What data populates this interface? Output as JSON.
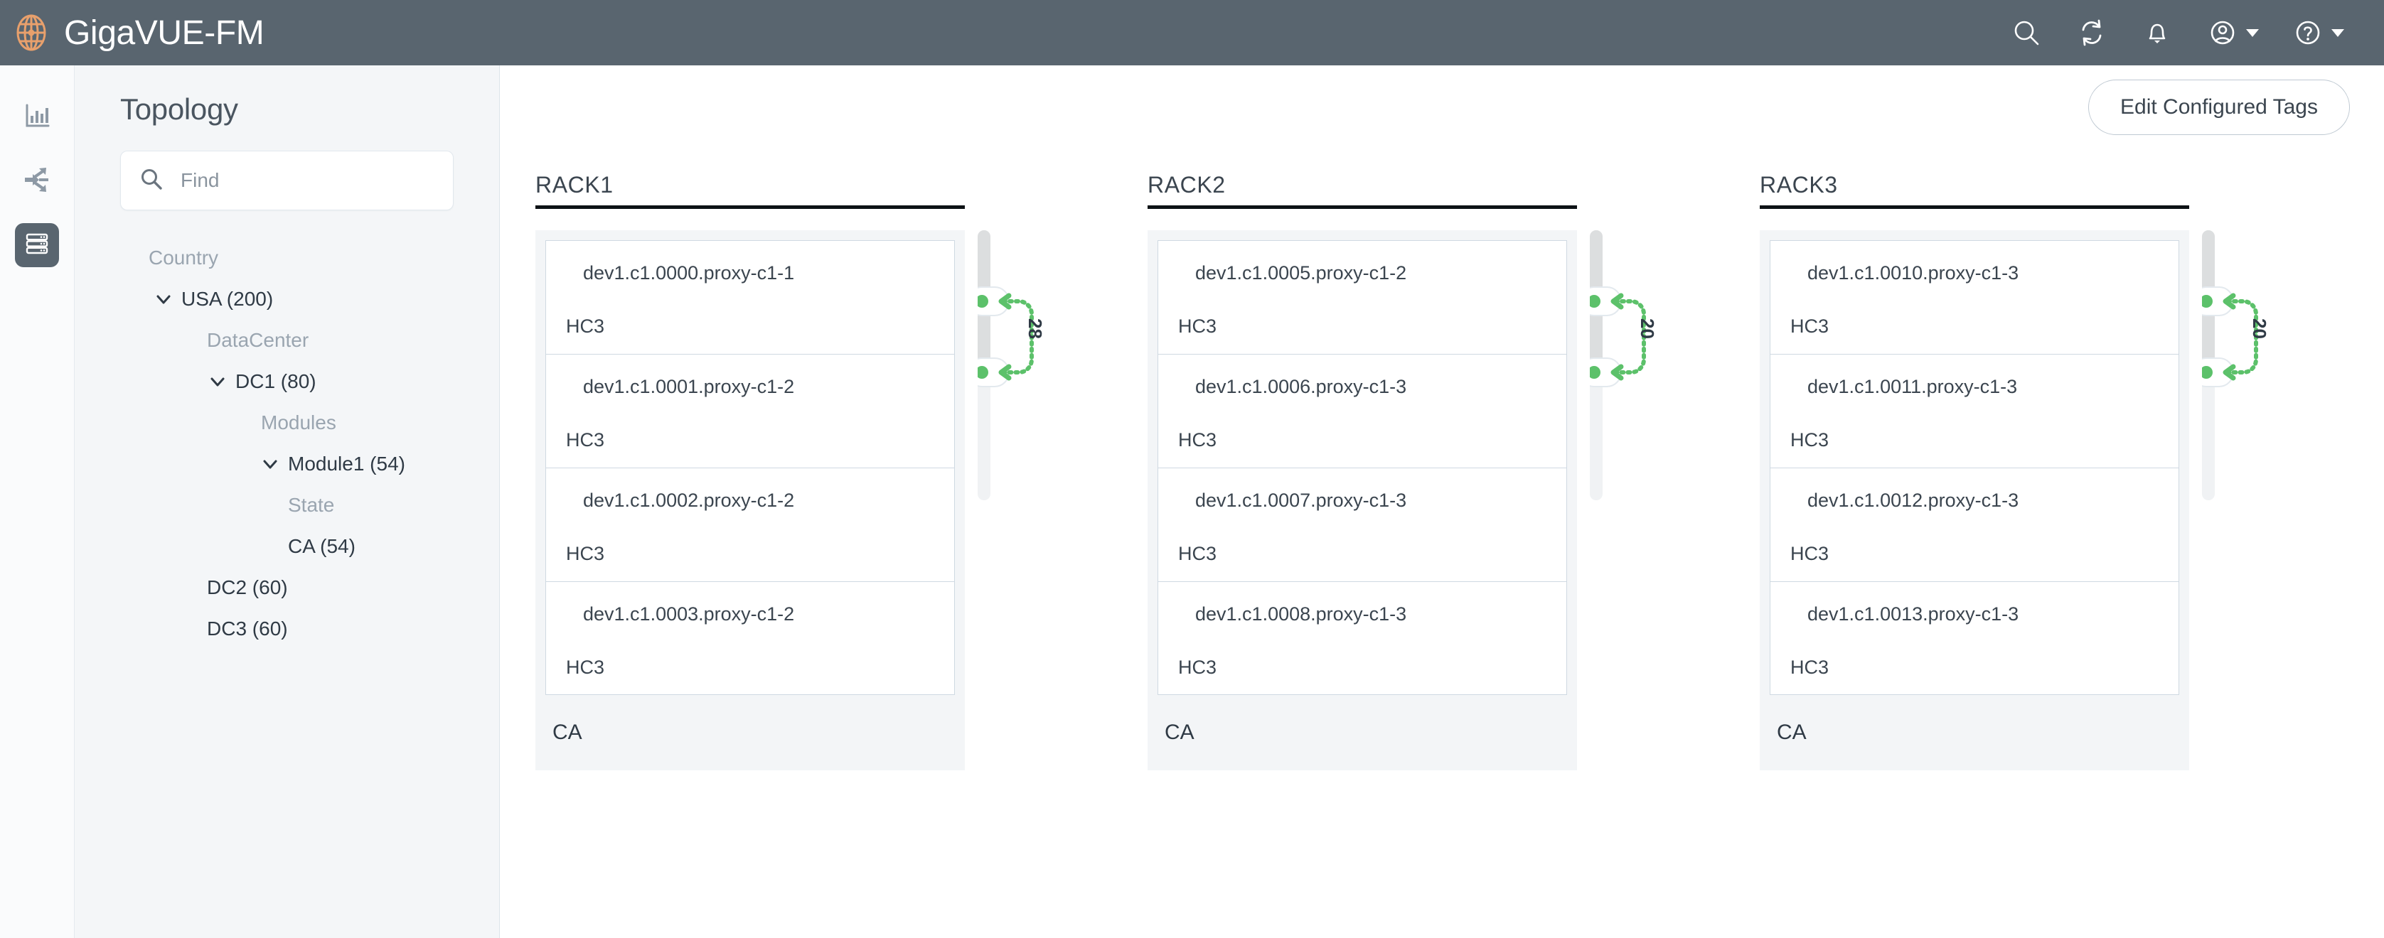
{
  "header": {
    "brand_title": "GigaVUE-FM",
    "brand_icon": "globe-icon",
    "actions": [
      {
        "name": "search-icon",
        "label": "Search"
      },
      {
        "name": "refresh-icon",
        "label": "Refresh"
      },
      {
        "name": "notifications-bell-icon",
        "label": "Notifications"
      },
      {
        "name": "user-account-icon",
        "label": "Account"
      },
      {
        "name": "help-icon",
        "label": "Help"
      }
    ]
  },
  "rail": {
    "items": [
      {
        "name": "analytics-icon",
        "label": "Analytics",
        "active": false
      },
      {
        "name": "traffic-flows-icon",
        "label": "Traffic",
        "active": false
      },
      {
        "name": "inventory-icon",
        "label": "Inventory",
        "active": true
      }
    ]
  },
  "panel": {
    "title": "Topology",
    "search": {
      "placeholder": "Find",
      "value": ""
    },
    "tree": [
      {
        "label": "Country",
        "indent": 0,
        "type": "group",
        "expandable": false
      },
      {
        "label": "USA (200)",
        "indent": 1,
        "type": "node",
        "expandable": true,
        "expanded": true
      },
      {
        "label": "DataCenter",
        "indent": 2,
        "type": "group",
        "expandable": false
      },
      {
        "label": "DC1 (80)",
        "indent": 3,
        "type": "node",
        "expandable": true,
        "expanded": true
      },
      {
        "label": "Modules",
        "indent": 4,
        "type": "group",
        "expandable": false
      },
      {
        "label": "Module1 (54)",
        "indent": 5,
        "type": "node",
        "expandable": true,
        "expanded": true
      },
      {
        "label": "State",
        "indent": 5,
        "type": "group",
        "expandable": false
      },
      {
        "label": "CA (54)",
        "indent": 5,
        "type": "node",
        "expandable": false
      },
      {
        "label": "DC2 (60)",
        "indent": 2,
        "type": "node",
        "expandable": false
      },
      {
        "label": "DC3 (60)",
        "indent": 2,
        "type": "node",
        "expandable": false
      }
    ]
  },
  "main": {
    "edit_tags_label": "Edit Configured Tags",
    "racks": [
      {
        "title": "RACK1",
        "footer": "CA",
        "link_count": "28",
        "devices": [
          {
            "name": "dev1.c1.0000.proxy-c1-1",
            "model": "HC3"
          },
          {
            "name": "dev1.c1.0001.proxy-c1-2",
            "model": "HC3"
          },
          {
            "name": "dev1.c1.0002.proxy-c1-2",
            "model": "HC3"
          },
          {
            "name": "dev1.c1.0003.proxy-c1-2",
            "model": "HC3"
          }
        ]
      },
      {
        "title": "RACK2",
        "footer": "CA",
        "link_count": "20",
        "devices": [
          {
            "name": "dev1.c1.0005.proxy-c1-2",
            "model": "HC3"
          },
          {
            "name": "dev1.c1.0006.proxy-c1-3",
            "model": "HC3"
          },
          {
            "name": "dev1.c1.0007.proxy-c1-3",
            "model": "HC3"
          },
          {
            "name": "dev1.c1.0008.proxy-c1-3",
            "model": "HC3"
          }
        ]
      },
      {
        "title": "RACK3",
        "footer": "CA",
        "link_count": "20",
        "devices": [
          {
            "name": "dev1.c1.0010.proxy-c1-3",
            "model": "HC3"
          },
          {
            "name": "dev1.c1.0011.proxy-c1-3",
            "model": "HC3"
          },
          {
            "name": "dev1.c1.0012.proxy-c1-3",
            "model": "HC3"
          },
          {
            "name": "dev1.c1.0013.proxy-c1-3",
            "model": "HC3"
          }
        ]
      }
    ]
  },
  "colors": {
    "header_bg": "#59656f",
    "brand_icon": "#e8a06c",
    "panel_bg": "#f4f6f8",
    "link_green": "#5cc16a",
    "status_up": "#5cc16a",
    "rack_underline": "#0d1216"
  }
}
